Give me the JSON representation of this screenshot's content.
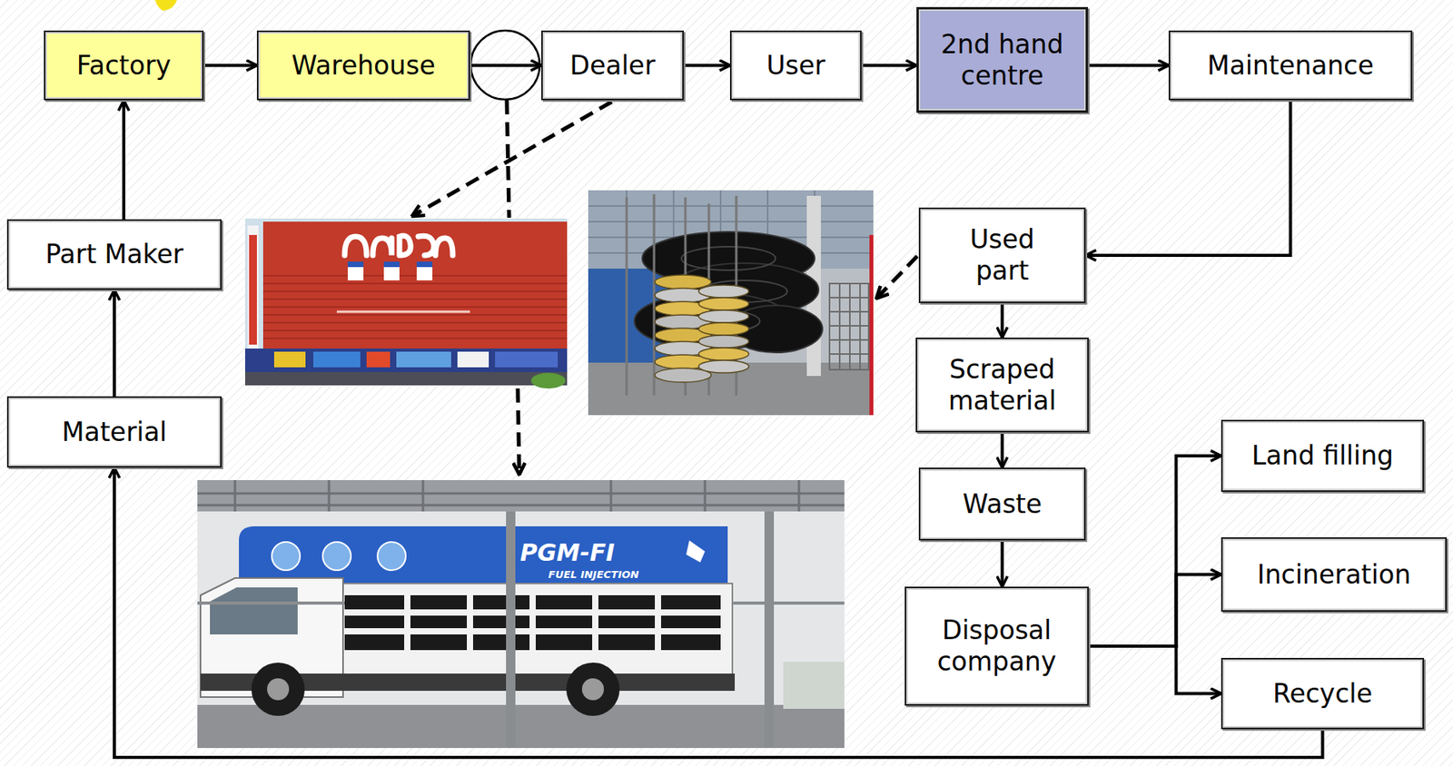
{
  "diagram": {
    "nodes": [
      {
        "text": [
          "Factory"
        ]
      },
      {
        "text": [
          "Warehouse"
        ]
      },
      {
        "text": [
          "Dealer"
        ]
      },
      {
        "text": [
          "User"
        ]
      },
      {
        "text": [
          "2nd hand centre"
        ]
      },
      {
        "text": [
          "Maintenance"
        ]
      },
      {
        "text": [
          "Part Maker"
        ]
      },
      {
        "text": [
          "Material"
        ]
      },
      {
        "text": [
          "Used part"
        ]
      },
      {
        "text": [
          "Scraped material"
        ]
      },
      {
        "text": [
          "Waste"
        ]
      },
      {
        "text": [
          "Disposal company"
        ]
      },
      {
        "text": [
          "Land filling"
        ]
      },
      {
        "text": [
          "Incineration"
        ]
      },
      {
        "text": [
          "Recycle"
        ]
      }
    ],
    "edges": [
      {
        "from": 0,
        "to": 1,
        "arrow": "to"
      },
      {
        "from": 1,
        "to": 2,
        "arrow": "to"
      },
      {
        "from": 2,
        "to": 3,
        "arrow": "to"
      },
      {
        "from": 3,
        "to": 4,
        "arrow": "to"
      },
      {
        "from": 4,
        "to": 5,
        "arrow": "to"
      },
      {
        "from": 5,
        "to": 8,
        "arrow": "to"
      },
      {
        "from": 8,
        "to": 9,
        "arrow": "to"
      },
      {
        "from": 9,
        "to": 10,
        "arrow": "to"
      },
      {
        "from": 10,
        "to": 11,
        "arrow": "to"
      },
      {
        "from": 11,
        "to": 12,
        "arrow": "to"
      },
      {
        "from": 11,
        "to": 13,
        "arrow": "to"
      },
      {
        "from": 11,
        "to": 14,
        "arrow": "to"
      },
      {
        "from": 14,
        "to": 7,
        "arrow": "to"
      },
      {
        "from": 7,
        "to": 6,
        "arrow": "to"
      },
      {
        "from": 6,
        "to": 0,
        "arrow": "to"
      }
    ],
    "labels": [
      "PGM-FI",
      "FUEL INJECTION"
    ]
  }
}
